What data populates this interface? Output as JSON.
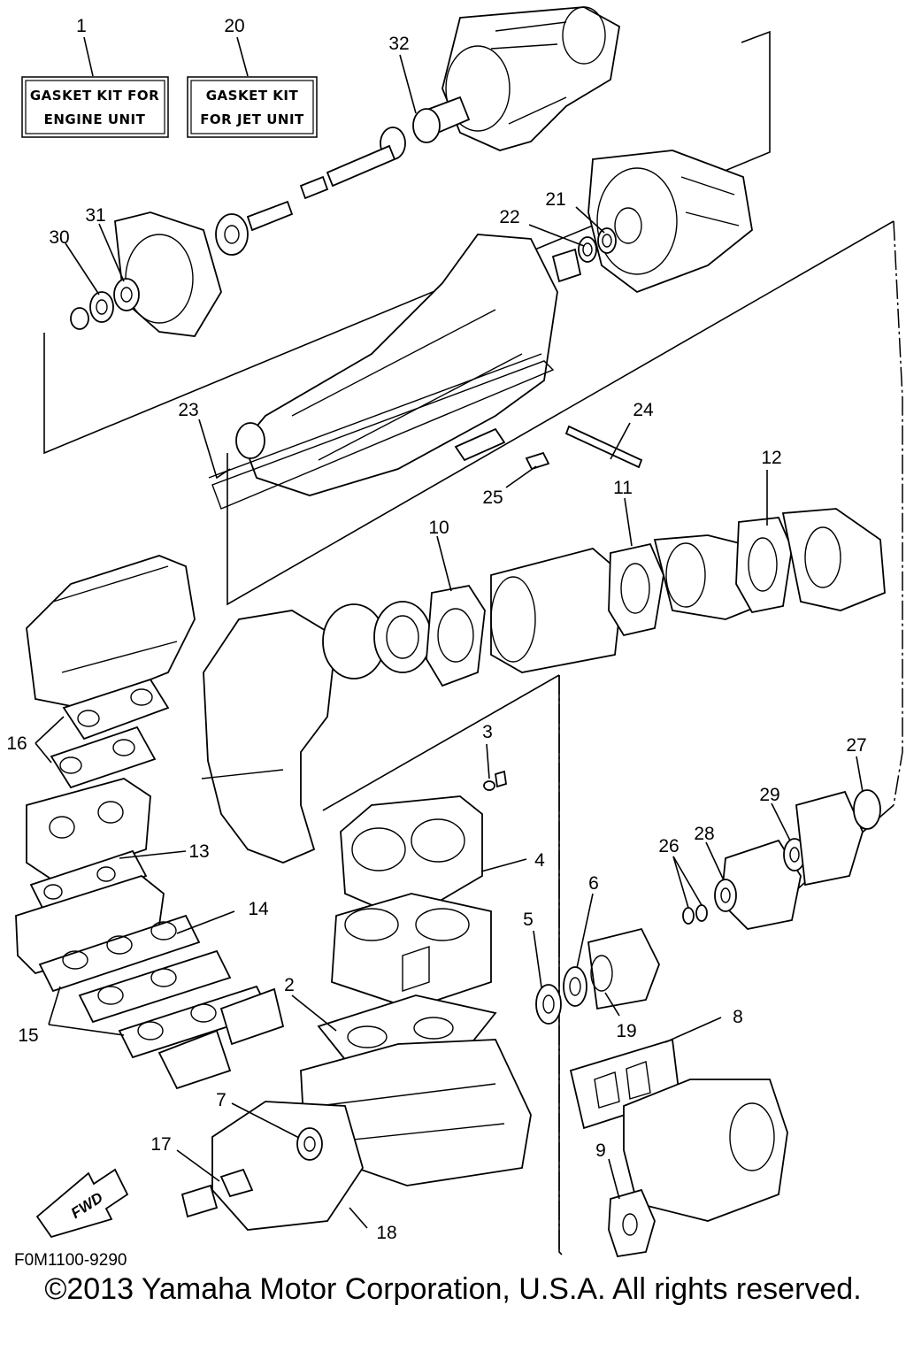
{
  "kit_boxes": {
    "engine": {
      "line1": "GASKET KIT FOR",
      "line2": "ENGINE UNIT"
    },
    "jet": {
      "line1": "GASKET KIT",
      "line2": "FOR JET UNIT"
    }
  },
  "callouts": {
    "c1": "1",
    "c2": "2",
    "c3": "3",
    "c4": "4",
    "c5": "5",
    "c6": "6",
    "c7": "7",
    "c8": "8",
    "c9": "9",
    "c10": "10",
    "c11": "11",
    "c12": "12",
    "c13": "13",
    "c14": "14",
    "c15": "15",
    "c16": "16",
    "c17": "17",
    "c18": "18",
    "c19": "19",
    "c20": "20",
    "c21": "21",
    "c22": "22",
    "c23": "23",
    "c24": "24",
    "c25": "25",
    "c26": "26",
    "c27": "27",
    "c28": "28",
    "c29": "29",
    "c30": "30",
    "c31": "31",
    "c32": "32"
  },
  "fwd_label": "FWD",
  "diagram_code": "F0M1100-9290",
  "copyright": "©2013 Yamaha Motor Corporation, U.S.A. All rights reserved."
}
